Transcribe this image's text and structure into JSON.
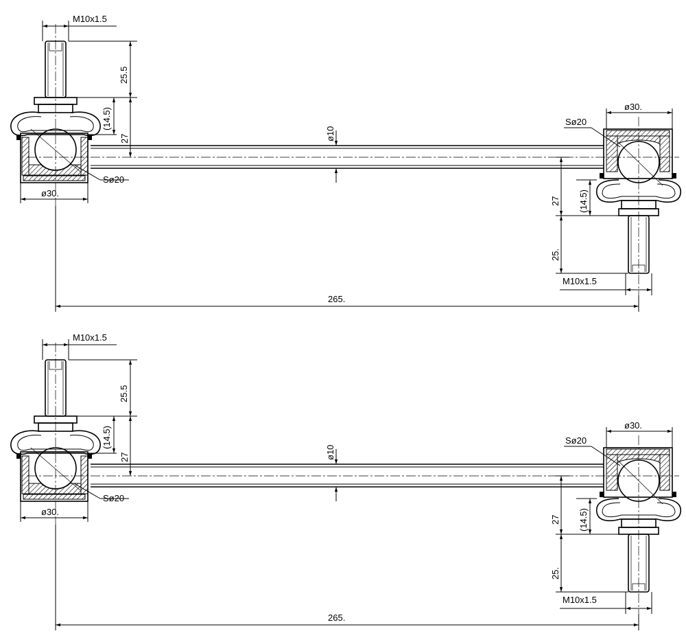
{
  "drawings": [
    {
      "id": "upper",
      "labels": {
        "left_thread": "M10x1.5",
        "left_stud_length": "25.5",
        "left_neck": "(14.5)",
        "left_height": "27",
        "left_ball": "Sø20",
        "left_housing": "ø30.",
        "rod_diameter": "ø10",
        "right_housing": "ø30.",
        "right_ball": "Sø20",
        "right_height": "27",
        "right_neck": "(14.5)",
        "right_stud_length": "25.",
        "right_thread": "M10x1.5",
        "overall_length": "265."
      }
    },
    {
      "id": "lower",
      "labels": {
        "left_thread": "M10x1.5",
        "left_stud_length": "25.5",
        "left_neck": "(14.5)",
        "left_height": "27",
        "left_ball": "Sø20",
        "left_housing": "ø30.",
        "rod_diameter": "ø10",
        "right_housing": "ø30.",
        "right_ball": "Sø20",
        "right_height": "27",
        "right_neck": "(14.5)",
        "right_stud_length": "25.",
        "right_thread": "M10x1.5",
        "overall_length": "265."
      }
    }
  ]
}
